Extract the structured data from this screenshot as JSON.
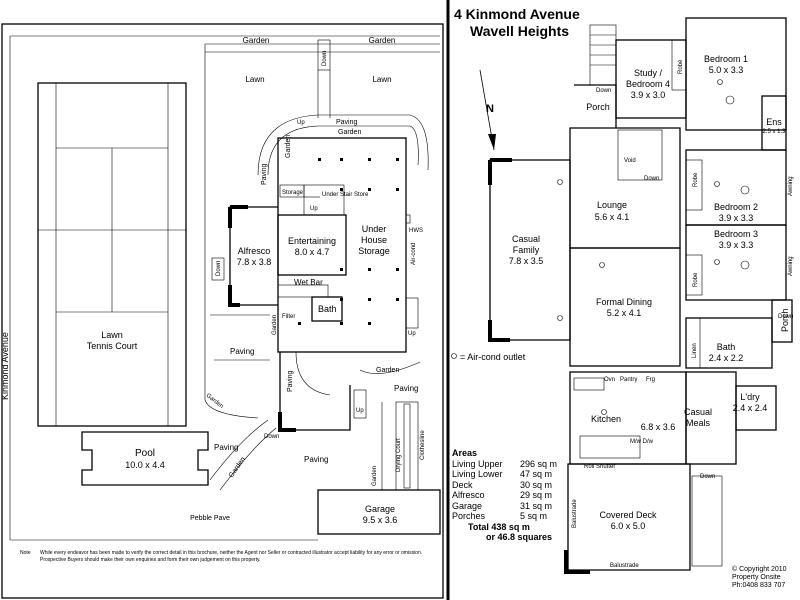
{
  "title": {
    "line1": "4 Kinmond Avenue",
    "line2": "Wavell Heights"
  },
  "compass": "N",
  "lower_floor": {
    "street": "Kinmond Avenue",
    "tennis": {
      "name": "Lawn",
      "sub": "Tennis Court"
    },
    "garden_top_left": "Garden",
    "garden_top_right": "Garden",
    "lawn_left": "Lawn",
    "lawn_right": "Lawn",
    "down_top": "Down",
    "up_top": "Up",
    "paving_top": "Paving",
    "garden_mid": "Garden",
    "garden_vert_left": "Garden",
    "paving_vert": "Paving",
    "storage": "Storage",
    "under_stair": "Under Stair Store",
    "up_stair": "Up",
    "alfresco": {
      "name": "Alfresco",
      "dims": "7.8 x 3.8"
    },
    "entertaining": {
      "name": "Entertaining",
      "dims": "8.0 x 4.7"
    },
    "under_house": {
      "line1": "Under",
      "line2": "House",
      "line3": "Storage"
    },
    "hws": "HWS",
    "aircond": "Air-cond",
    "down_alfresco": "Down",
    "wet_bar": "Wet Bar",
    "bath": "Bath",
    "filter": "Filter",
    "garden_bath": "Garden",
    "up_right": "Up",
    "paving_left": "Paving",
    "paving_vert2": "Paving",
    "garden_lower": "Garden",
    "paving_lower": "Paving",
    "up_lower": "Up",
    "garden_diag": "Garden",
    "pool": {
      "name": "Pool",
      "dims": "10.0 x 4.4"
    },
    "paving_pool": "Paving",
    "garden_pool": "Garden",
    "down_pool": "Down",
    "paving_bottom": "Paving",
    "drying_court": "Drying Court",
    "clothesline": "Clothesline",
    "garden_bottom": "Garden",
    "garage": {
      "name": "Garage",
      "dims": "9.5 x 3.6"
    },
    "pebble": "Pebble Pave"
  },
  "upper_floor": {
    "study": {
      "name": "Study /",
      "name2": "Bedroom 4",
      "dims": "3.9 x 3.0"
    },
    "down_study": "Down",
    "robe_study": "Robe",
    "bedroom1": {
      "name": "Bedroom 1",
      "dims": "5.0 x 3.3"
    },
    "ens": {
      "name": "Ens",
      "dims": "2.5 x 1.3"
    },
    "porch_top": "Porch",
    "lounge": {
      "name": "Lounge",
      "dims": "5.6 x 4.1"
    },
    "void": "Void",
    "down_void": "Down",
    "casual_family": {
      "name": "Casual",
      "name2": "Family",
      "dims": "7.8 x 3.5"
    },
    "robe_b2": "Robe",
    "bedroom2": {
      "name": "Bedroom 2",
      "dims": "3.9 x 3.3"
    },
    "bedroom3": {
      "name": "Bedroom 3",
      "dims": "3.9 x 3.3"
    },
    "robe_b3": "Robe",
    "awning1": "Awning",
    "awning2": "Awning",
    "formal_dining": {
      "name": "Formal Dining",
      "dims": "5.2 x 4.1"
    },
    "porch_right": "Porch",
    "down_porch": "Down",
    "linen": "Linen",
    "bath": {
      "name": "Bath",
      "dims": "2.4 x 2.2"
    },
    "aircond_legend": "= Air-cond outlet",
    "ovn": "Ovn",
    "pantry": "Pantry",
    "frg": "Frg",
    "kitchen": {
      "name": "Kitchen",
      "dims": "6.8 x 3.6"
    },
    "casual_meals": {
      "name": "Casual",
      "name2": "Meals"
    },
    "ldry": {
      "name": "L'dry",
      "dims": "2.4 x 2.4"
    },
    "mw_dw": "M/w D/w",
    "roll_shutter": "Roll Shutter",
    "down_deck": "Down",
    "balustrade_left": "Balustrade",
    "covered_deck": {
      "name": "Covered Deck",
      "dims": "6.0 x 5.0"
    },
    "balustrade_bottom": "Balustrade"
  },
  "areas": {
    "heading": "Areas",
    "rows": [
      {
        "name": "Living Upper",
        "value": "296 sq m"
      },
      {
        "name": "Living Lower",
        "value": "47 sq m"
      },
      {
        "name": "Deck",
        "value": "30 sq m"
      },
      {
        "name": "Alfresco",
        "value": "29 sq m"
      },
      {
        "name": "Garage",
        "value": "31 sq m"
      },
      {
        "name": "Porches",
        "value": "5 sq m"
      }
    ],
    "total": "Total  438 sq m",
    "squares": "or  46.8 squares"
  },
  "note": {
    "key": "Note",
    "text": "While every endeavor has been made to verify the correct detail in this brochure, neither the Agent nor Seller or contracted illustrator accept liability for any error or omission. Prospective Buyers should make their own enquiries and form their own judgement on this property."
  },
  "copyright": {
    "line1": "© Copyright 2010",
    "line2": "Property Onsite",
    "line3": "Ph:0408 833 707"
  }
}
